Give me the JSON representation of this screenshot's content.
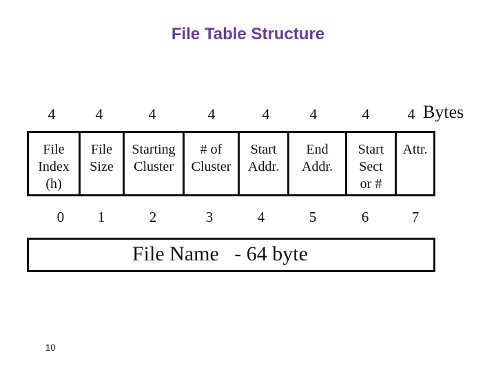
{
  "title": "File Table Structure",
  "byte_sizes": [
    "4",
    "4",
    "4",
    "4",
    "4",
    "4",
    "4",
    "4"
  ],
  "bytes_unit": "Bytes",
  "fields": [
    {
      "label": "File\nIndex\n(h)",
      "index": "0"
    },
    {
      "label": "File\nSize",
      "index": "1"
    },
    {
      "label": "Starting\nCluster",
      "index": "2"
    },
    {
      "label": "# of\nCluster",
      "index": "3"
    },
    {
      "label": "Start\nAddr.",
      "index": "4"
    },
    {
      "label": "End\nAddr.",
      "index": "5"
    },
    {
      "label": "Start\nSect\nor #",
      "index": "6"
    },
    {
      "label": "Attr.",
      "index": "7"
    }
  ],
  "file_name_label": "File Name   - 64 byte",
  "page_number": "10"
}
